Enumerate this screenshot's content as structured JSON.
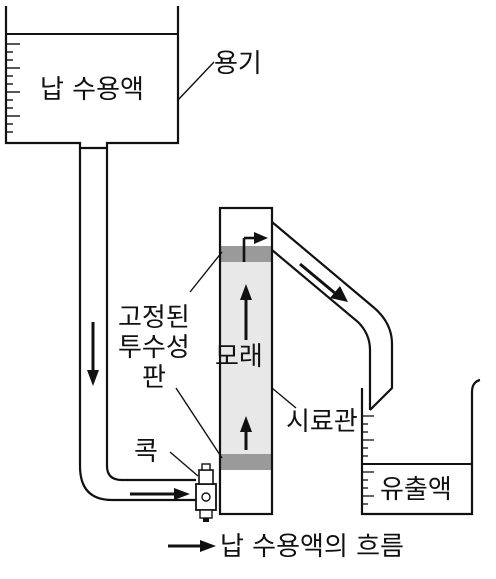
{
  "labels": {
    "solution_in_container": "납 수용액",
    "container": "용기",
    "fixed_plate": [
      "고정된",
      "투수성",
      "판"
    ],
    "sand": "모래",
    "sample_tube": "시료관",
    "cock": "콕",
    "effluent": "유출액",
    "legend": "납 수용액의 흐름"
  },
  "icons": {
    "flow_arrow": "arrow-right-icon"
  },
  "colors": {
    "line": "#111111",
    "sand_fill": "#e8e8e8",
    "plate_fill": "#9a9a9a",
    "liquid_line": "#111111"
  }
}
